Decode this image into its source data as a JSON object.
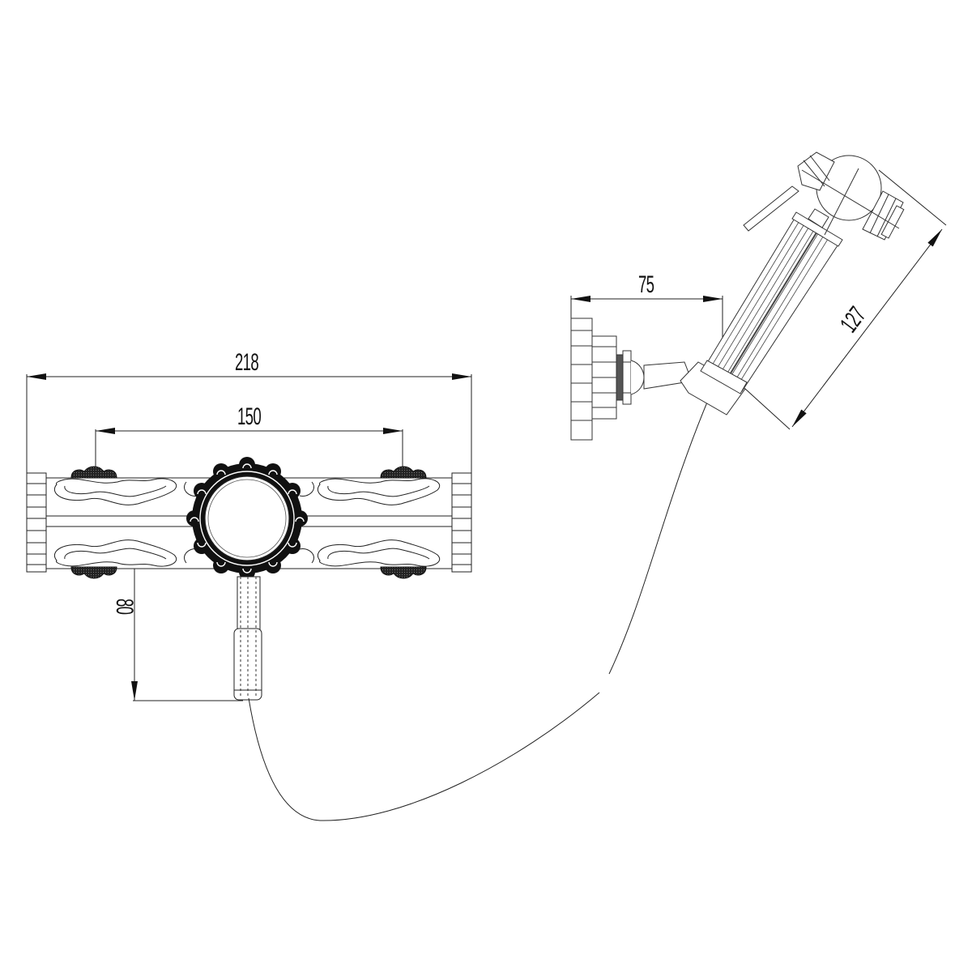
{
  "drawing": {
    "type": "technical-drawing",
    "subject": "wall-mounted mixer with handheld shower (bidet sprayer)",
    "line_color": "#1a1a1a",
    "background": "#ffffff",
    "views": [
      {
        "name": "front-view-mixer",
        "components": [
          "body-bar",
          "end-cap-left",
          "end-cap-right",
          "ornamental-rosette",
          "lever-handle",
          "decorative-clouds"
        ]
      },
      {
        "name": "side-view-handshower",
        "components": [
          "wall-flange",
          "swivel-connector",
          "holder",
          "handle-grip",
          "spray-head",
          "trigger-lever"
        ]
      }
    ]
  },
  "dimensions": {
    "overall_width": {
      "value": "218",
      "orientation": "horizontal"
    },
    "center_spacing": {
      "value": "150",
      "orientation": "horizontal"
    },
    "handle_drop": {
      "value": "80",
      "orientation": "vertical"
    },
    "wall_projection": {
      "value": "75",
      "orientation": "horizontal"
    },
    "handshower_length": {
      "value": "127",
      "orientation": "diagonal"
    }
  },
  "hose": {
    "label": "flexible hose connecting mixer outlet to handshower"
  }
}
